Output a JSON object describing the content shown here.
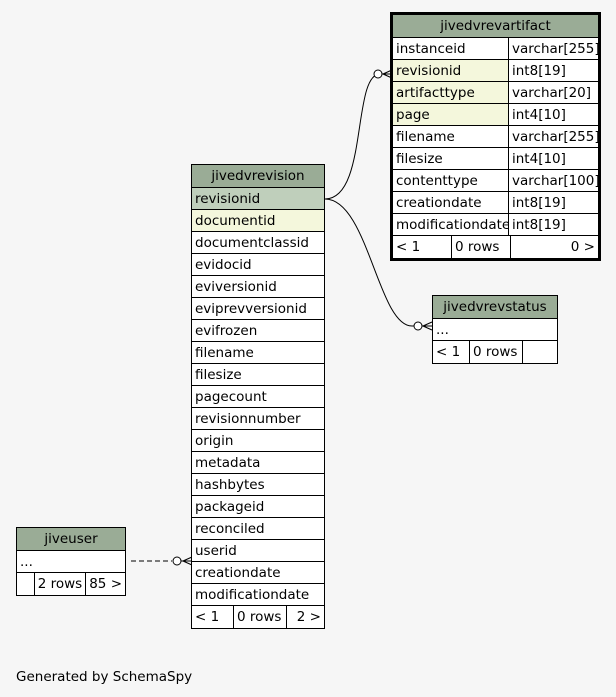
{
  "tables": {
    "artifact": {
      "name": "jivedvrevartifact",
      "columns": [
        {
          "name": "instanceid",
          "type": "varchar[255]",
          "role": ""
        },
        {
          "name": "revisionid",
          "type": "int8[19]",
          "role": "fk"
        },
        {
          "name": "artifacttype",
          "type": "varchar[20]",
          "role": "fk"
        },
        {
          "name": "page",
          "type": "int4[10]",
          "role": "fk"
        },
        {
          "name": "filename",
          "type": "varchar[255]",
          "role": ""
        },
        {
          "name": "filesize",
          "type": "int4[10]",
          "role": ""
        },
        {
          "name": "contenttype",
          "type": "varchar[100]",
          "role": ""
        },
        {
          "name": "creationdate",
          "type": "int8[19]",
          "role": ""
        },
        {
          "name": "modificationdate",
          "type": "int8[19]",
          "role": ""
        }
      ],
      "footer": {
        "parents": "< 1",
        "rows": "0 rows",
        "children": "0 >"
      }
    },
    "revision": {
      "name": "jivedvrevision",
      "columns": [
        {
          "name": "revisionid",
          "role": "pk"
        },
        {
          "name": "documentid",
          "role": "fk"
        },
        {
          "name": "documentclassid",
          "role": ""
        },
        {
          "name": "evidocid",
          "role": ""
        },
        {
          "name": "eviversionid",
          "role": ""
        },
        {
          "name": "eviprevversionid",
          "role": ""
        },
        {
          "name": "evifrozen",
          "role": ""
        },
        {
          "name": "filename",
          "role": ""
        },
        {
          "name": "filesize",
          "role": ""
        },
        {
          "name": "pagecount",
          "role": ""
        },
        {
          "name": "revisionnumber",
          "role": ""
        },
        {
          "name": "origin",
          "role": ""
        },
        {
          "name": "metadata",
          "role": ""
        },
        {
          "name": "hashbytes",
          "role": ""
        },
        {
          "name": "packageid",
          "role": ""
        },
        {
          "name": "reconciled",
          "role": ""
        },
        {
          "name": "userid",
          "role": ""
        },
        {
          "name": "creationdate",
          "role": ""
        },
        {
          "name": "modificationdate",
          "role": ""
        }
      ],
      "footer": {
        "parents": "< 1",
        "rows": "0 rows",
        "children": "2 >"
      }
    },
    "status": {
      "name": "jivedvrevstatus",
      "columns": [
        {
          "name": "...",
          "role": ""
        }
      ],
      "footer": {
        "parents": "< 1",
        "rows": "0 rows",
        "children": ""
      }
    },
    "user": {
      "name": "jiveuser",
      "columns": [
        {
          "name": "...",
          "role": ""
        }
      ],
      "footer": {
        "parents": "",
        "rows": "2 rows",
        "children": "85 >"
      }
    }
  },
  "generated_by": "Generated by SchemaSpy",
  "colors": {
    "header": "#9aac96",
    "primary_key": "#bfcfbb",
    "foreign_key": "#f4f7dc",
    "background": "#f6f6f6"
  }
}
